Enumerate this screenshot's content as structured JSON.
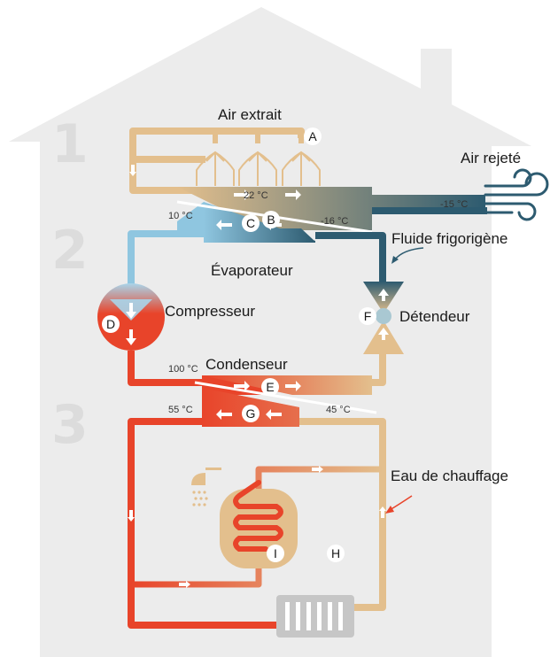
{
  "sections": [
    "1",
    "2",
    "3"
  ],
  "labels": {
    "air_extrait": "Air extrait",
    "air_rejete": "Air rejeté",
    "fluide": "Fluide frigorigène",
    "evaporateur": "Évaporateur",
    "compresseur": "Compresseur",
    "detendeur": "Détendeur",
    "condenseur": "Condenseur",
    "eau": "Eau de chauffage"
  },
  "temps": {
    "t22": "22 °C",
    "tm15": "-15 °C",
    "t10": "10 °C",
    "tm16": "-16 °C",
    "t100": "100 °C",
    "t55": "55 °C",
    "t45": "45 °C"
  },
  "badges": {
    "A": "A",
    "B": "B",
    "C": "C",
    "D": "D",
    "E": "E",
    "F": "F",
    "G": "G",
    "H": "H",
    "I": "I"
  },
  "colors": {
    "house": "#dcdcdc",
    "tan": "#e3bf8d",
    "teal": "#2d5b70",
    "lightblue": "#8fc6e0",
    "red": "#e8442a",
    "grey": "#c6c6c6"
  }
}
